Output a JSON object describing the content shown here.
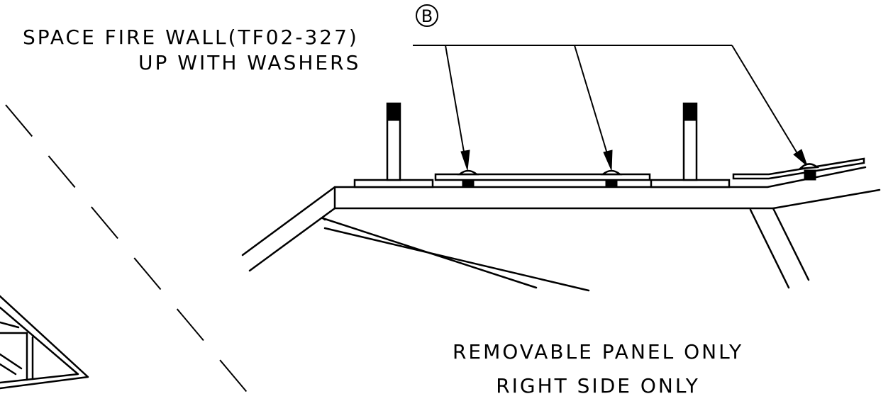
{
  "callout": {
    "line1": "SPACE FIRE WALL(TF02-327)",
    "line2": "UP WITH WASHERS",
    "reference_mark": "B"
  },
  "note": {
    "line1": "REMOVABLE PANEL ONLY",
    "line2": "RIGHT SIDE ONLY"
  },
  "colors": {
    "ink": "#000000",
    "background": "#ffffff"
  }
}
